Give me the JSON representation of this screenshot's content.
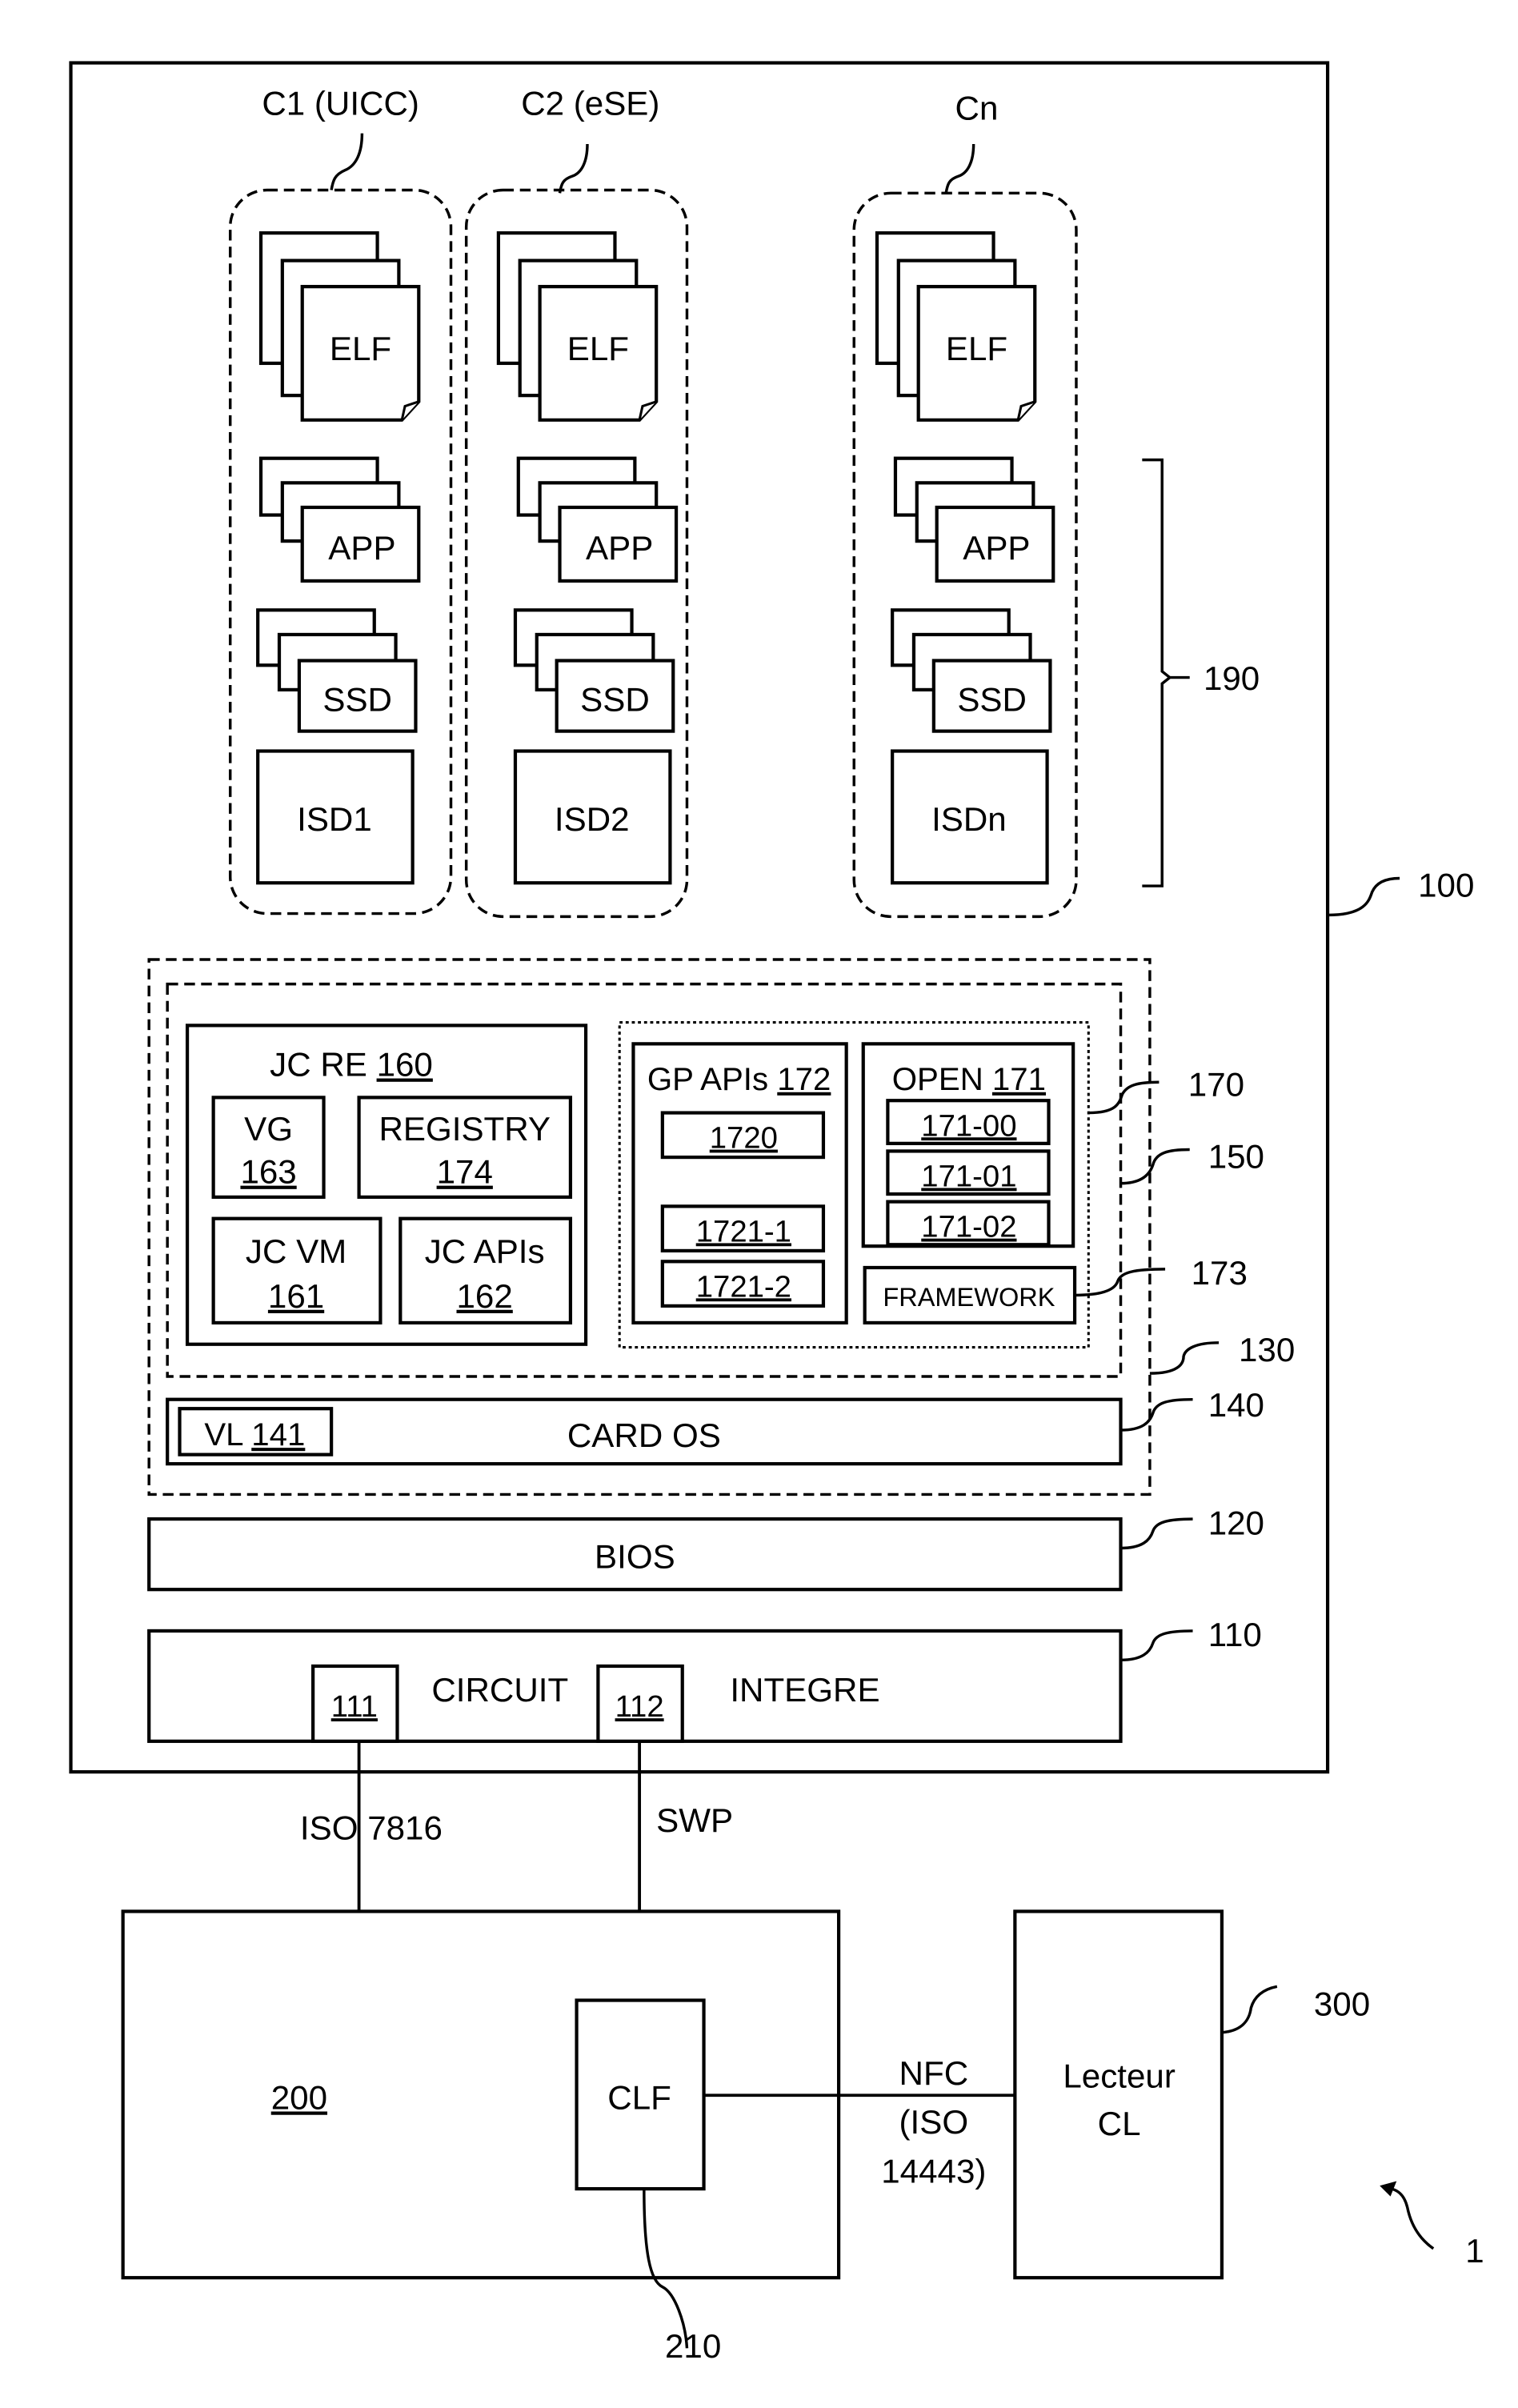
{
  "figure": {
    "number": "1",
    "card": {
      "ref": "100",
      "containers": [
        {
          "label": "C1 (UICC)",
          "elf": "ELF",
          "app": "APP",
          "ssd": "SSD",
          "isd": "ISD1"
        },
        {
          "label": "C2 (eSE)",
          "elf": "ELF",
          "app": "APP",
          "ssd": "SSD",
          "isd": "ISD2"
        },
        {
          "label": "Cn",
          "elf": "ELF",
          "app": "APP",
          "ssd": "SSD",
          "isd": "ISDn"
        }
      ],
      "containers_ref": "190",
      "platform_ref": "130",
      "runtime_ref": "150",
      "jcre": {
        "title": "JC RE ",
        "ref": "160",
        "vg": {
          "label": "VG",
          "ref": "163"
        },
        "registry": {
          "label": "REGISTRY",
          "ref": "174"
        },
        "jcvm": {
          "label": "JC VM",
          "ref": "161"
        },
        "jcapis": {
          "label": "JC APIs",
          "ref": "162"
        }
      },
      "gp": {
        "ref": "170",
        "gp_apis": {
          "title": "GP APIs ",
          "ref": "172",
          "items": [
            "1720",
            "1721-1",
            "1721-2"
          ]
        },
        "open": {
          "title": "OPEN ",
          "ref": "171",
          "items": [
            "171-00",
            "171-01",
            "171-02"
          ]
        },
        "framework": {
          "label": "FRAMEWORK",
          "ref": "173"
        }
      },
      "card_os": {
        "label": "CARD OS",
        "ref": "140",
        "vl": {
          "label": "VL ",
          "ref": "141"
        }
      },
      "bios": {
        "label": "BIOS",
        "ref": "120"
      },
      "circuit": {
        "label_left": "CIRCUIT",
        "label_right": "INTEGRE",
        "ref": "110",
        "port1": "111",
        "port2": "112"
      }
    },
    "links": {
      "iso7816": "ISO 7816",
      "swp": "SWP",
      "nfc_line1": "NFC",
      "nfc_line2": "(ISO",
      "nfc_line3": "14443)"
    },
    "terminal": {
      "ref": "200",
      "clf": {
        "label": "CLF",
        "ref": "210"
      }
    },
    "reader": {
      "line1": "Lecteur",
      "line2": "CL",
      "ref": "300"
    }
  }
}
